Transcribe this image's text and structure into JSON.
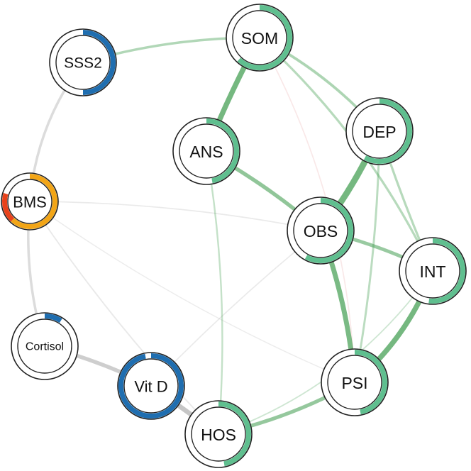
{
  "diagram": {
    "type": "network",
    "nodes": [
      {
        "id": "SSS2",
        "label": "SSS2",
        "arc": [
          {
            "value": 0.5,
            "color": "#1f6eb0"
          }
        ]
      },
      {
        "id": "SOM",
        "label": "SOM",
        "arc": [
          {
            "value": 0.62,
            "color": "#5fbf8f"
          }
        ]
      },
      {
        "id": "ANS",
        "label": "ANS",
        "arc": [
          {
            "value": 0.47,
            "color": "#5fbf8f"
          }
        ]
      },
      {
        "id": "DEP",
        "label": "DEP",
        "arc": [
          {
            "value": 0.58,
            "color": "#5fbf8f"
          }
        ]
      },
      {
        "id": "BMS",
        "label": "BMS",
        "arc": [
          {
            "value": 0.62,
            "color": "#f2a516"
          },
          {
            "value": 0.18,
            "color": "#e8421b"
          }
        ]
      },
      {
        "id": "OBS",
        "label": "OBS",
        "arc": [
          {
            "value": 0.58,
            "color": "#5fbf8f"
          }
        ]
      },
      {
        "id": "INT",
        "label": "INT",
        "arc": [
          {
            "value": 0.52,
            "color": "#5fbf8f"
          }
        ]
      },
      {
        "id": "Cortisol",
        "label": "Cortisol",
        "arc": [
          {
            "value": 0.09,
            "color": "#1f6eb0"
          }
        ]
      },
      {
        "id": "VitD",
        "label": "Vit D",
        "arc": [
          {
            "value": 0.97,
            "color": "#1f6eb0"
          }
        ]
      },
      {
        "id": "PSI",
        "label": "PSI",
        "arc": [
          {
            "value": 0.47,
            "color": "#5fbf8f"
          }
        ]
      },
      {
        "id": "HOS",
        "label": "HOS",
        "arc": [
          {
            "value": 0.47,
            "color": "#5fbf8f"
          }
        ]
      }
    ],
    "edges": [
      {
        "source": "SSS2",
        "target": "SOM",
        "weight": 0.18,
        "sign": "positive",
        "kind": "psych"
      },
      {
        "source": "SSS2",
        "target": "BMS",
        "weight": 0.18,
        "sign": "positive",
        "kind": "bio"
      },
      {
        "source": "BMS",
        "target": "Cortisol",
        "weight": 0.18,
        "sign": "positive",
        "kind": "bio"
      },
      {
        "source": "Cortisol",
        "target": "VitD",
        "weight": 0.32,
        "sign": "positive",
        "kind": "bio"
      },
      {
        "source": "VitD",
        "target": "HOS",
        "weight": 0.4,
        "sign": "positive",
        "kind": "bio"
      },
      {
        "source": "BMS",
        "target": "OBS",
        "weight": 0.05,
        "sign": "positive",
        "kind": "bio"
      },
      {
        "source": "BMS",
        "target": "HOS",
        "weight": 0.06,
        "sign": "positive",
        "kind": "bio"
      },
      {
        "source": "BMS",
        "target": "PSI",
        "weight": 0.03,
        "sign": "positive",
        "kind": "bio"
      },
      {
        "source": "VitD",
        "target": "OBS",
        "weight": 0.05,
        "sign": "positive",
        "kind": "bio"
      },
      {
        "source": "SOM",
        "target": "ANS",
        "weight": 0.45,
        "sign": "positive",
        "kind": "psych"
      },
      {
        "source": "SOM",
        "target": "DEP",
        "weight": 0.2,
        "sign": "positive",
        "kind": "psych"
      },
      {
        "source": "SOM",
        "target": "INT",
        "weight": 0.16,
        "sign": "positive",
        "kind": "psych"
      },
      {
        "source": "SOM",
        "target": "PSI",
        "weight": 0.05,
        "sign": "negative",
        "kind": "psych"
      },
      {
        "source": "ANS",
        "target": "OBS",
        "weight": 0.32,
        "sign": "positive",
        "kind": "psych"
      },
      {
        "source": "ANS",
        "target": "HOS",
        "weight": 0.1,
        "sign": "positive",
        "kind": "psych"
      },
      {
        "source": "DEP",
        "target": "OBS",
        "weight": 0.55,
        "sign": "positive",
        "kind": "psych"
      },
      {
        "source": "DEP",
        "target": "INT",
        "weight": 0.16,
        "sign": "positive",
        "kind": "psych"
      },
      {
        "source": "DEP",
        "target": "PSI",
        "weight": 0.14,
        "sign": "positive",
        "kind": "psych"
      },
      {
        "source": "OBS",
        "target": "INT",
        "weight": 0.28,
        "sign": "positive",
        "kind": "psych"
      },
      {
        "source": "OBS",
        "target": "PSI",
        "weight": 0.42,
        "sign": "positive",
        "kind": "psych"
      },
      {
        "source": "INT",
        "target": "PSI",
        "weight": 0.45,
        "sign": "positive",
        "kind": "psych"
      },
      {
        "source": "PSI",
        "target": "HOS",
        "weight": 0.3,
        "sign": "positive",
        "kind": "psych"
      },
      {
        "source": "INT",
        "target": "HOS",
        "weight": 0.06,
        "sign": "positive",
        "kind": "psych"
      }
    ]
  },
  "colors": {
    "psych_edge": "#3b9a4a",
    "bio_edge": "#a8a8a8",
    "negative_edge": "#e8a0a0",
    "node_fill": "#ffffff",
    "node_stroke": "#222222"
  }
}
